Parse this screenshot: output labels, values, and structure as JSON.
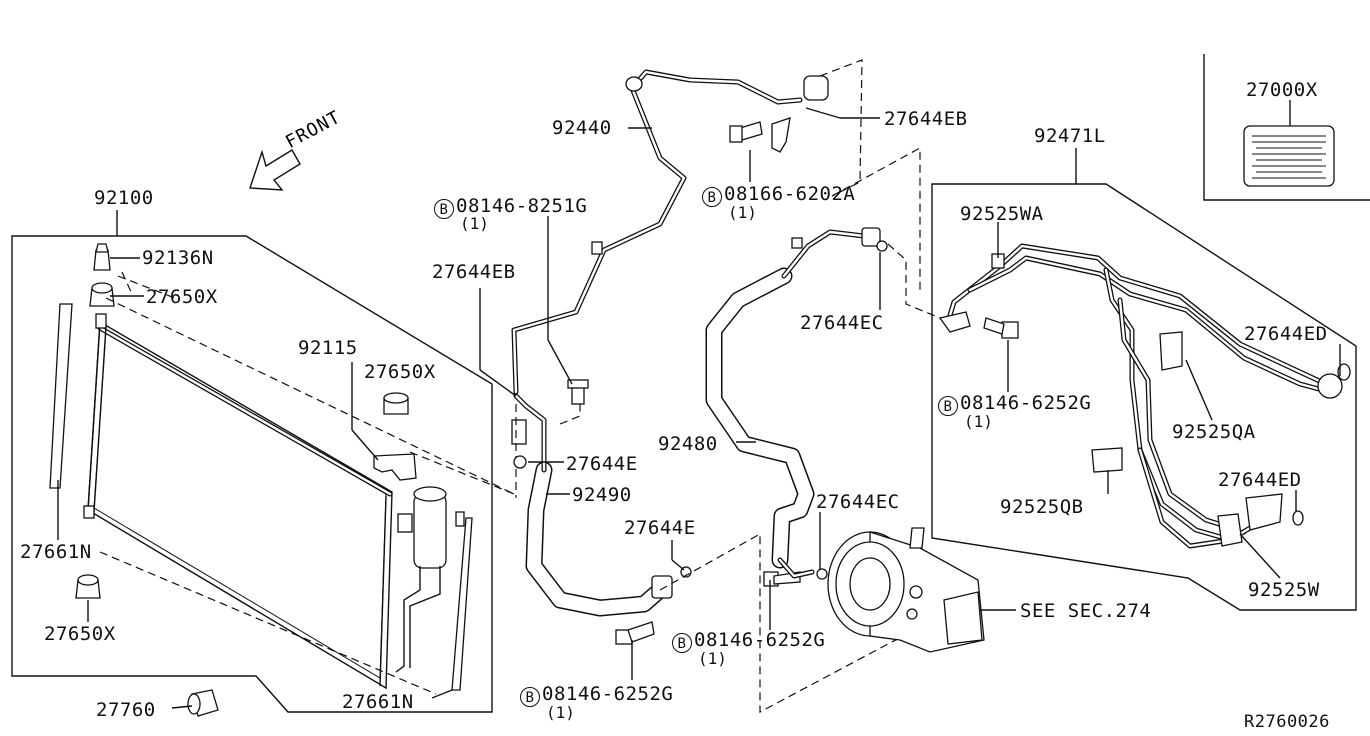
{
  "diagram": {
    "reference_id": "R2760026",
    "front_label": "FRONT",
    "callouts": {
      "p92100": "92100",
      "p92136N": "92136N",
      "p27650X_a": "27650X",
      "p27650X_b": "27650X",
      "p27650X_c": "27650X",
      "p92115": "92115",
      "p27661N_a": "27661N",
      "p27661N_b": "27661N",
      "p27760": "27760",
      "p92440": "92440",
      "p27644EB_a": "27644EB",
      "p27644EB_b": "27644EB",
      "p27644E_a": "27644E",
      "p27644E_b": "27644E",
      "p92490": "92490",
      "p92480": "92480",
      "p27644EC_a": "27644EC",
      "p27644EC_b": "27644EC",
      "see_sec": "SEE SEC.274",
      "p92471L": "92471L",
      "p92525WA": "92525WA",
      "p27644ED_a": "27644ED",
      "p27644ED_b": "27644ED",
      "p92525QA": "92525QA",
      "p92525QB": "92525QB",
      "p92525W": "92525W",
      "p27000X": "27000X"
    },
    "bolts": {
      "b1": {
        "marker": "B",
        "code": "08146-8251G",
        "qty": "(1)"
      },
      "b2": {
        "marker": "B",
        "code": "08166-6202A",
        "qty": "(1)"
      },
      "b3": {
        "marker": "B",
        "code": "08146-6252G",
        "qty": "(1)"
      },
      "b4": {
        "marker": "B",
        "code": "08146-6252G",
        "qty": "(1)"
      },
      "b5": {
        "marker": "B",
        "code": "08146-6252G",
        "qty": "(1)"
      }
    }
  }
}
